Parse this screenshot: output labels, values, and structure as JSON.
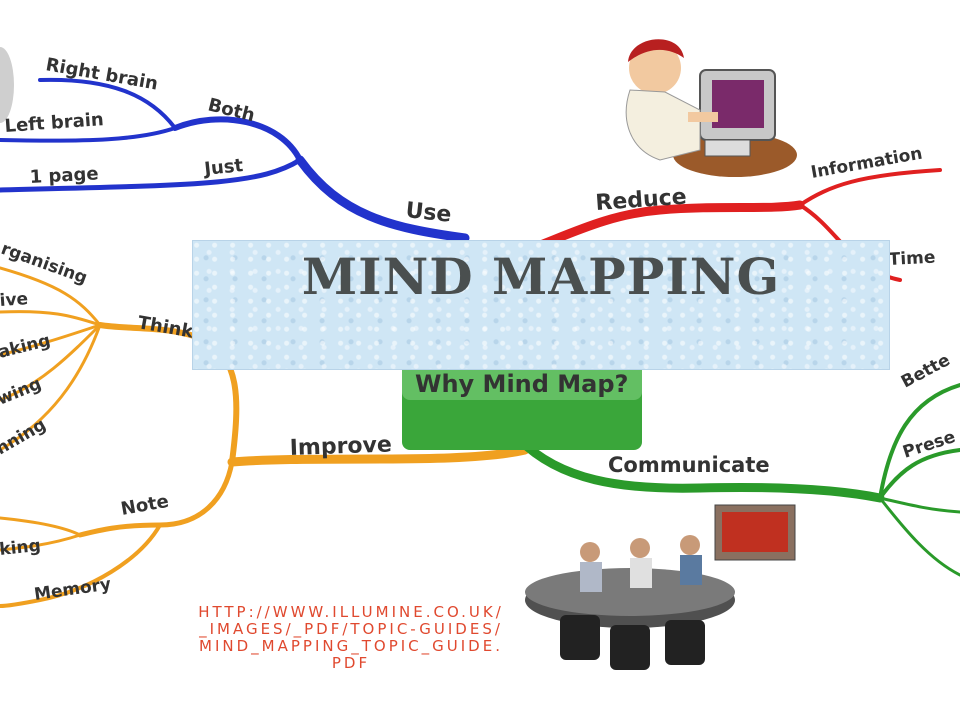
{
  "title": "MIND MAPPING",
  "center": {
    "label": "Why Mind Map?"
  },
  "branches": {
    "use": {
      "label": "Use",
      "color": "#2233cc",
      "children": {
        "both": "Both",
        "right_brain": "Right brain",
        "left_brain": "Left brain",
        "just": "Just",
        "one_page": "1 page"
      }
    },
    "reduce": {
      "label": "Reduce",
      "color": "#e02020",
      "children": {
        "information": "Information",
        "time": "Time"
      }
    },
    "improve": {
      "label": "Improve",
      "color": "#f0a020",
      "children": {
        "think": "Think",
        "organising": "rganising",
        "creative": "ive",
        "decision": "aking",
        "drawing": "wing",
        "planning": "nning",
        "note": "Note",
        "note_taking": "king",
        "memory": "Memory"
      }
    },
    "communicate": {
      "label": "Communicate",
      "color": "#2a9a2a",
      "children": {
        "better": "Bette",
        "present": "Prese"
      }
    }
  },
  "source_url": "HTTP://WWW.ILLUMINE.CO.UK/_IMAGES/_PDF/TOPIC-GUIDES/MIND_MAPPING_TOPIC_GUIDE.PDF"
}
